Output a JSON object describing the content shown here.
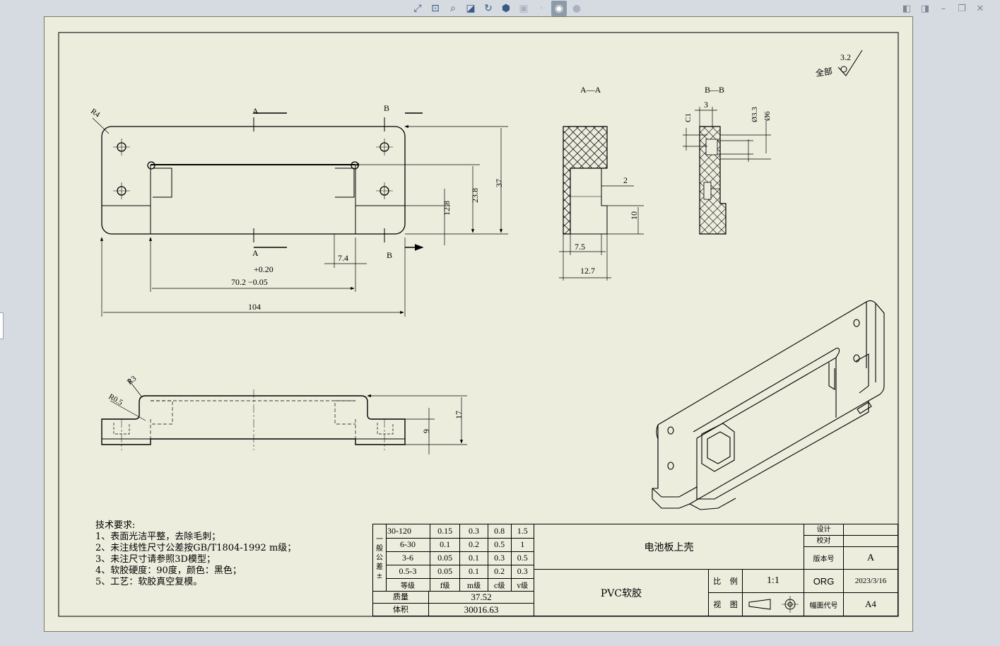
{
  "toolbar": {
    "icons": [
      "zoom-to-fit-icon",
      "zoom-to-area-icon",
      "zoom-previous-icon",
      "section-view-icon",
      "rotate-view-icon",
      "display-style-icon",
      "view-orientation-icon",
      "hide-show-icon",
      "appearance-icon"
    ]
  },
  "drawing": {
    "surface_finish": {
      "label": "全部",
      "value": "3.2"
    },
    "section_labels": {
      "aa": "A—A",
      "bb": "B—B"
    },
    "view_cut_labels": {
      "a": "A",
      "b": "B"
    },
    "dims_top": {
      "r4": "R4",
      "d37": "37",
      "d238": "23.8",
      "d128": "12.8",
      "d74": "7.4",
      "tol_upper": "+0.20",
      "d702": "70.2 −0.05",
      "d104": "104"
    },
    "dims_aa": {
      "d2": "2",
      "d10": "10",
      "d75": "7.5",
      "d127": "12.7"
    },
    "dims_bb": {
      "d3": "3",
      "c1": "C1",
      "phi33": "Ø3.3",
      "phi6": "Ø6"
    },
    "dims_front": {
      "r3": "R3",
      "r05": "R0.5",
      "d9": "9",
      "d17": "17"
    }
  },
  "tech_requirements": {
    "title": "技术要求:",
    "items": [
      "1、表面光洁平整，去除毛刺；",
      "2、未注线性尺寸公差按GB/T1804-1992 m级；",
      "3、未注尺寸请参照3D模型；",
      "4、软胶硬度：90度，颜色：黑色；",
      "5、工艺：软胶真空复模。"
    ]
  },
  "tolerance_table": {
    "side_label": [
      "一",
      "般",
      "公",
      "差",
      "±"
    ],
    "rows": [
      [
        "30-120",
        "0.15",
        "0.3",
        "0.8",
        "1.5"
      ],
      [
        "6-30",
        "0.1",
        "0.2",
        "0.5",
        "1"
      ],
      [
        "3-6",
        "0.05",
        "0.1",
        "0.3",
        "0.5"
      ],
      [
        "0.5-3",
        "0.05",
        "0.1",
        "0.2",
        "0.3"
      ]
    ],
    "grade_row": [
      "等级",
      "f级",
      "m级",
      "c级",
      "v级"
    ],
    "mass_label": "质量",
    "mass_value": "37.52",
    "volume_label": "体积",
    "volume_value": "30016.63"
  },
  "title_block": {
    "part_name": "电池板上壳",
    "material": "PVC软胶",
    "design_label": "设计",
    "design_value": "",
    "check_label": "校对",
    "check_value": "",
    "version_label": "版本号",
    "version_value": "A",
    "scale_label_1": "比",
    "scale_label_2": "例",
    "scale_value": "1:1",
    "company": "ORG",
    "date": "2023/3/16",
    "view_label_1": "视",
    "view_label_2": "图",
    "sheet_size_label": "幅面代号",
    "sheet_size_value": "A4"
  }
}
